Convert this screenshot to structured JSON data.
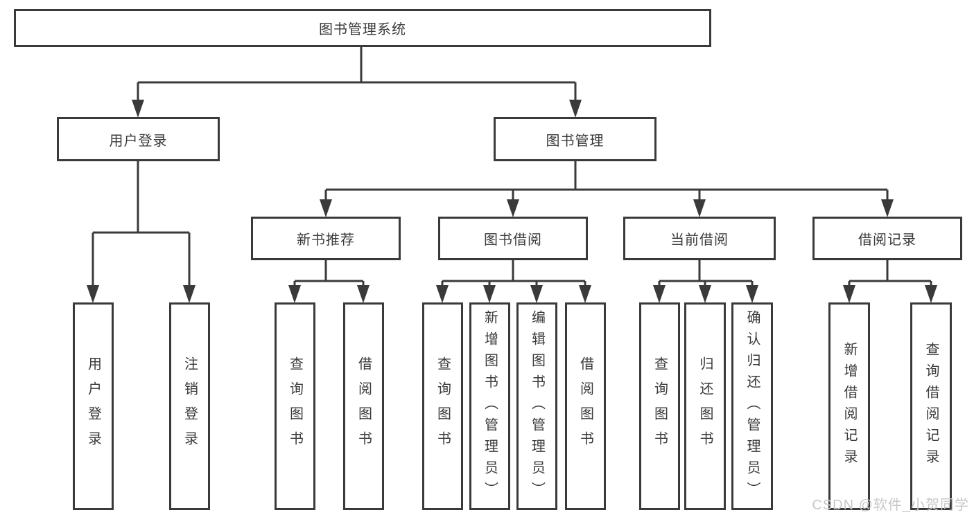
{
  "tree": {
    "root": "图书管理系统",
    "children": [
      {
        "label": "用户登录",
        "children": [
          "用户登录",
          "注销登录"
        ]
      },
      {
        "label": "图书管理",
        "children": [
          {
            "label": "新书推荐",
            "children": [
              "查询图书",
              "借阅图书"
            ]
          },
          {
            "label": "图书借阅",
            "children": [
              "查询图书",
              "新增图书（管理员）",
              "编辑图书（管理员）",
              "借阅图书"
            ]
          },
          {
            "label": "当前借阅",
            "children": [
              "查询图书",
              "归还图书",
              "确认归还（管理员）"
            ]
          },
          {
            "label": "借阅记录",
            "children": [
              "新增借阅记录",
              "查询借阅记录"
            ]
          }
        ]
      }
    ]
  },
  "watermark": "CSDN @软件_小贺同学",
  "colors": {
    "line": "#3a3a3a",
    "text": "#3a3a3a",
    "background": "#ffffff",
    "watermark": "#c8c8c8"
  }
}
